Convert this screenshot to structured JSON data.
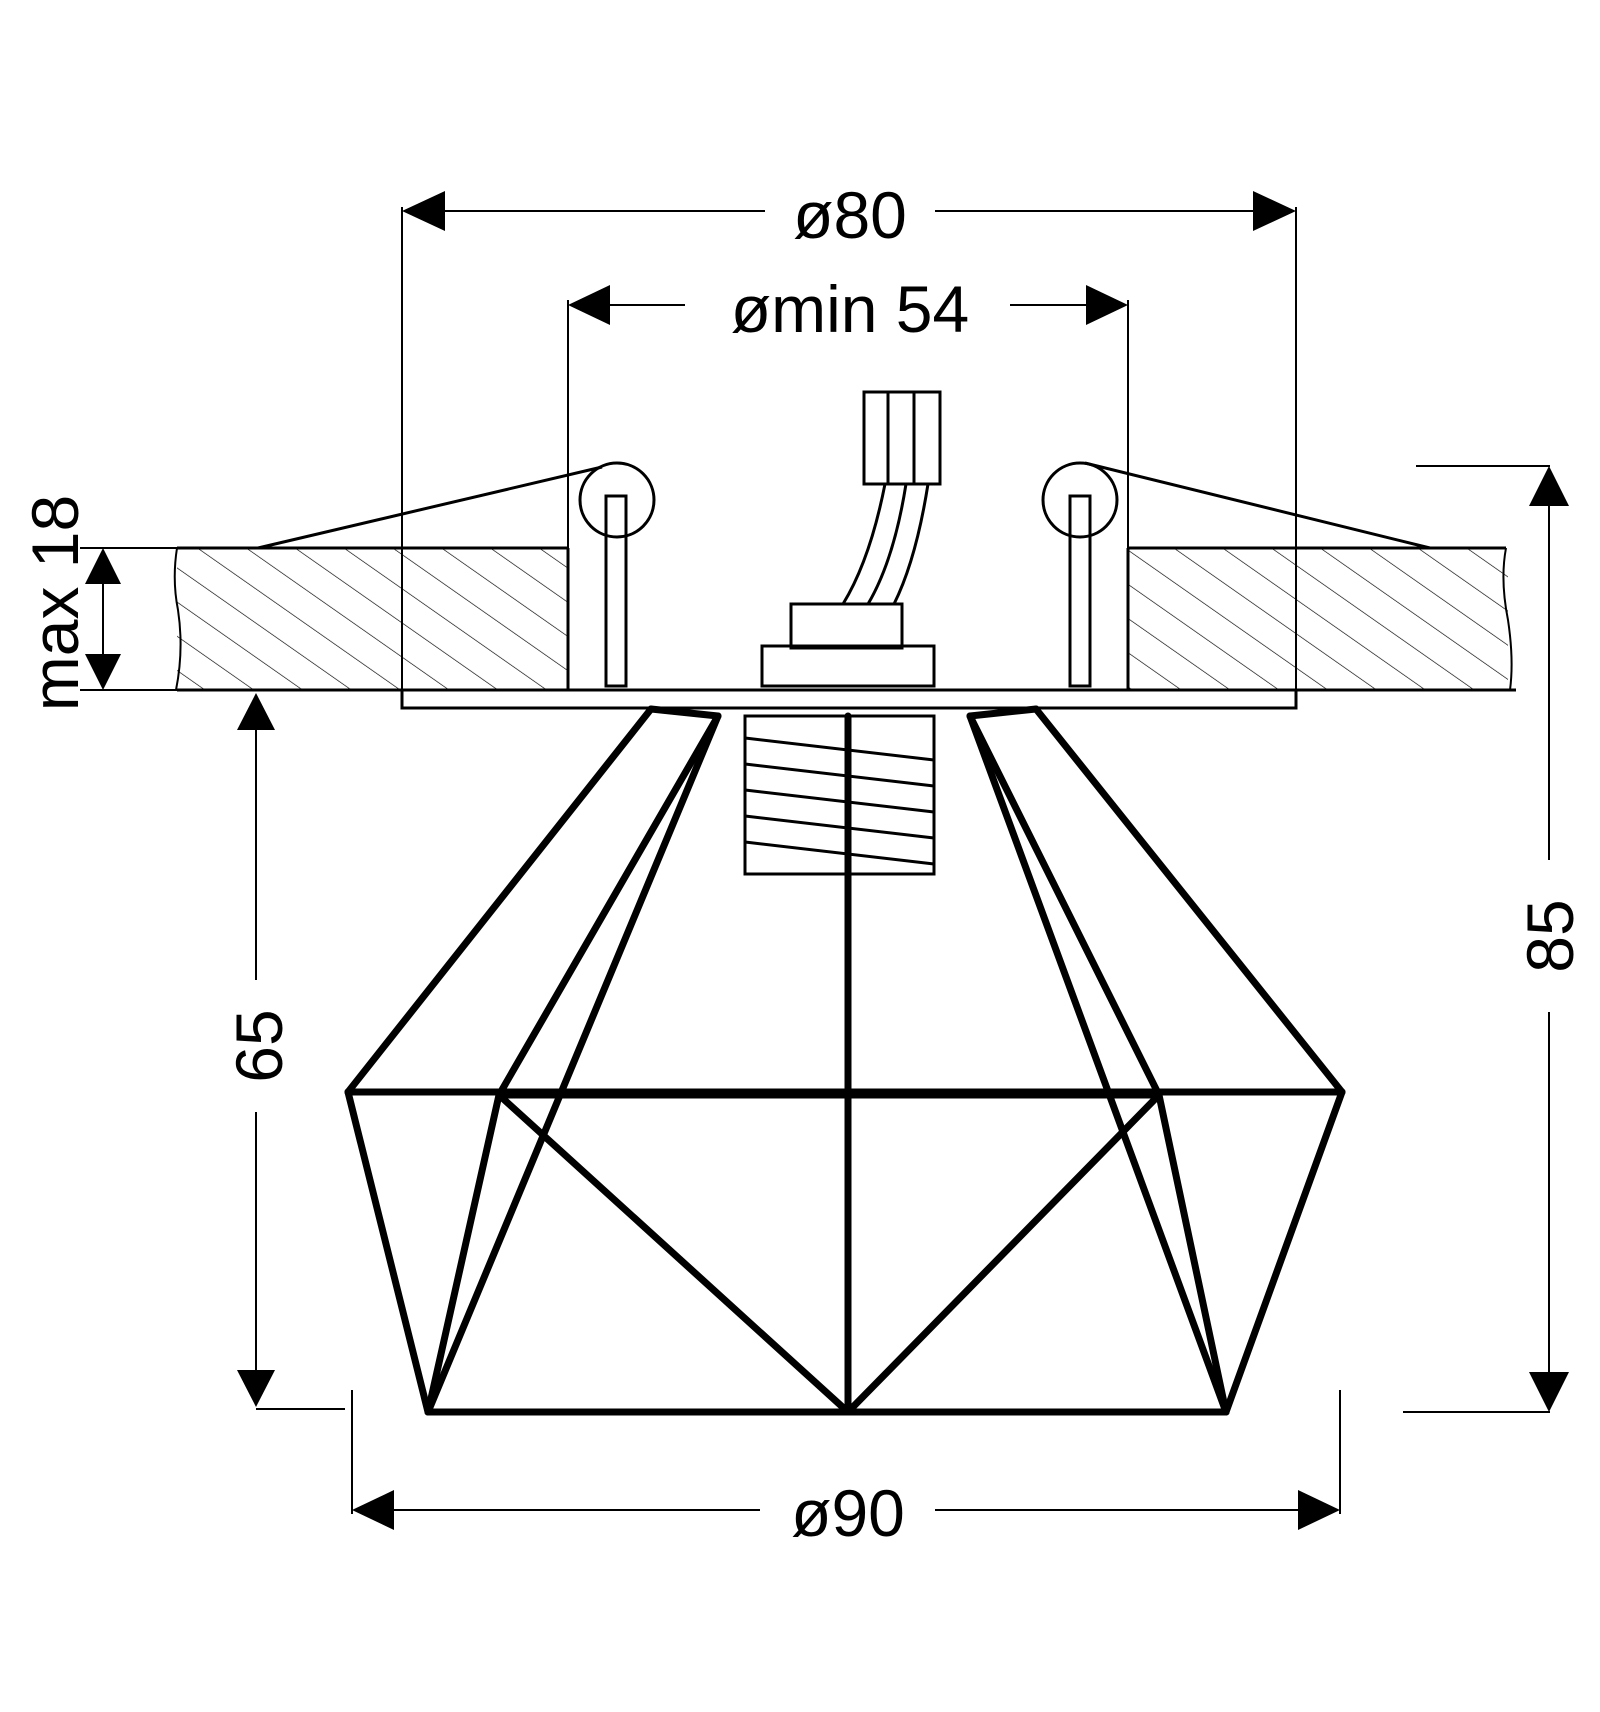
{
  "dimensions": {
    "top_outer": "ø80",
    "top_inner": "ømin 54",
    "ceiling_thickness": "max 18",
    "below_ceiling_height": "65",
    "total_height": "85",
    "bottom_diameter": "ø90"
  },
  "colors": {
    "line": "#000000",
    "background": "#ffffff"
  }
}
